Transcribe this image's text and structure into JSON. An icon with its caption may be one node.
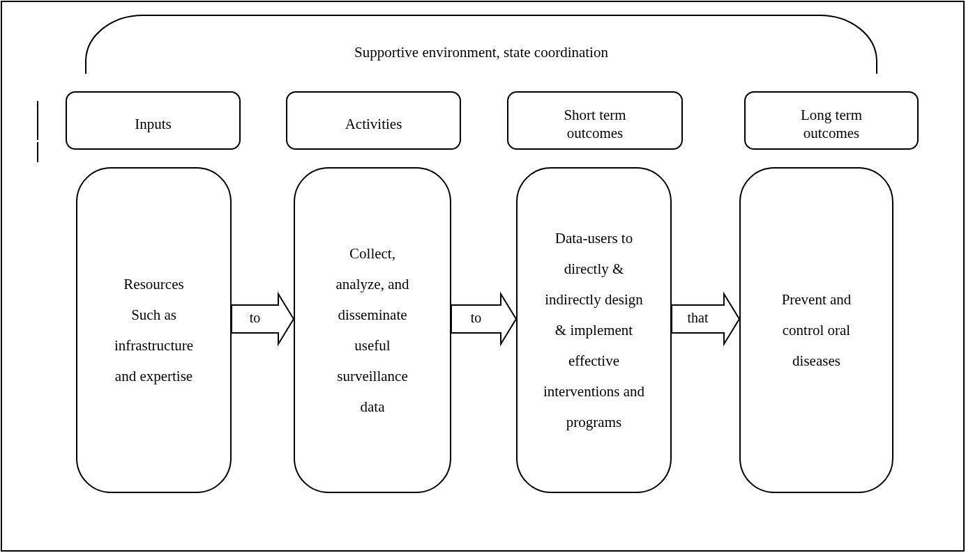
{
  "diagram": {
    "nodes": [
      {
        "text": [
          "Supportive environment, state coordination"
        ]
      },
      {
        "text": [
          "Inputs"
        ]
      },
      {
        "text": [
          "Activities"
        ]
      },
      {
        "text": [
          "Short term outcomes"
        ]
      },
      {
        "text": [
          "Long term outcomes"
        ]
      },
      {
        "text": [
          "Resources Such as infrastructure and expertise"
        ]
      },
      {
        "text": [
          "Collect, analyze, and disseminate useful surveillance data"
        ]
      },
      {
        "text": [
          "Data-users to directly & indirectly design & implement effective interventions and programs"
        ]
      },
      {
        "text": [
          "Prevent and control oral diseases"
        ]
      }
    ],
    "edges": [
      {
        "from": 5,
        "to": 6,
        "arrow": "to",
        "label": "to"
      },
      {
        "from": 6,
        "to": 7,
        "arrow": "to",
        "label": "to"
      },
      {
        "from": 7,
        "to": 8,
        "arrow": "to",
        "label": "that"
      }
    ]
  }
}
